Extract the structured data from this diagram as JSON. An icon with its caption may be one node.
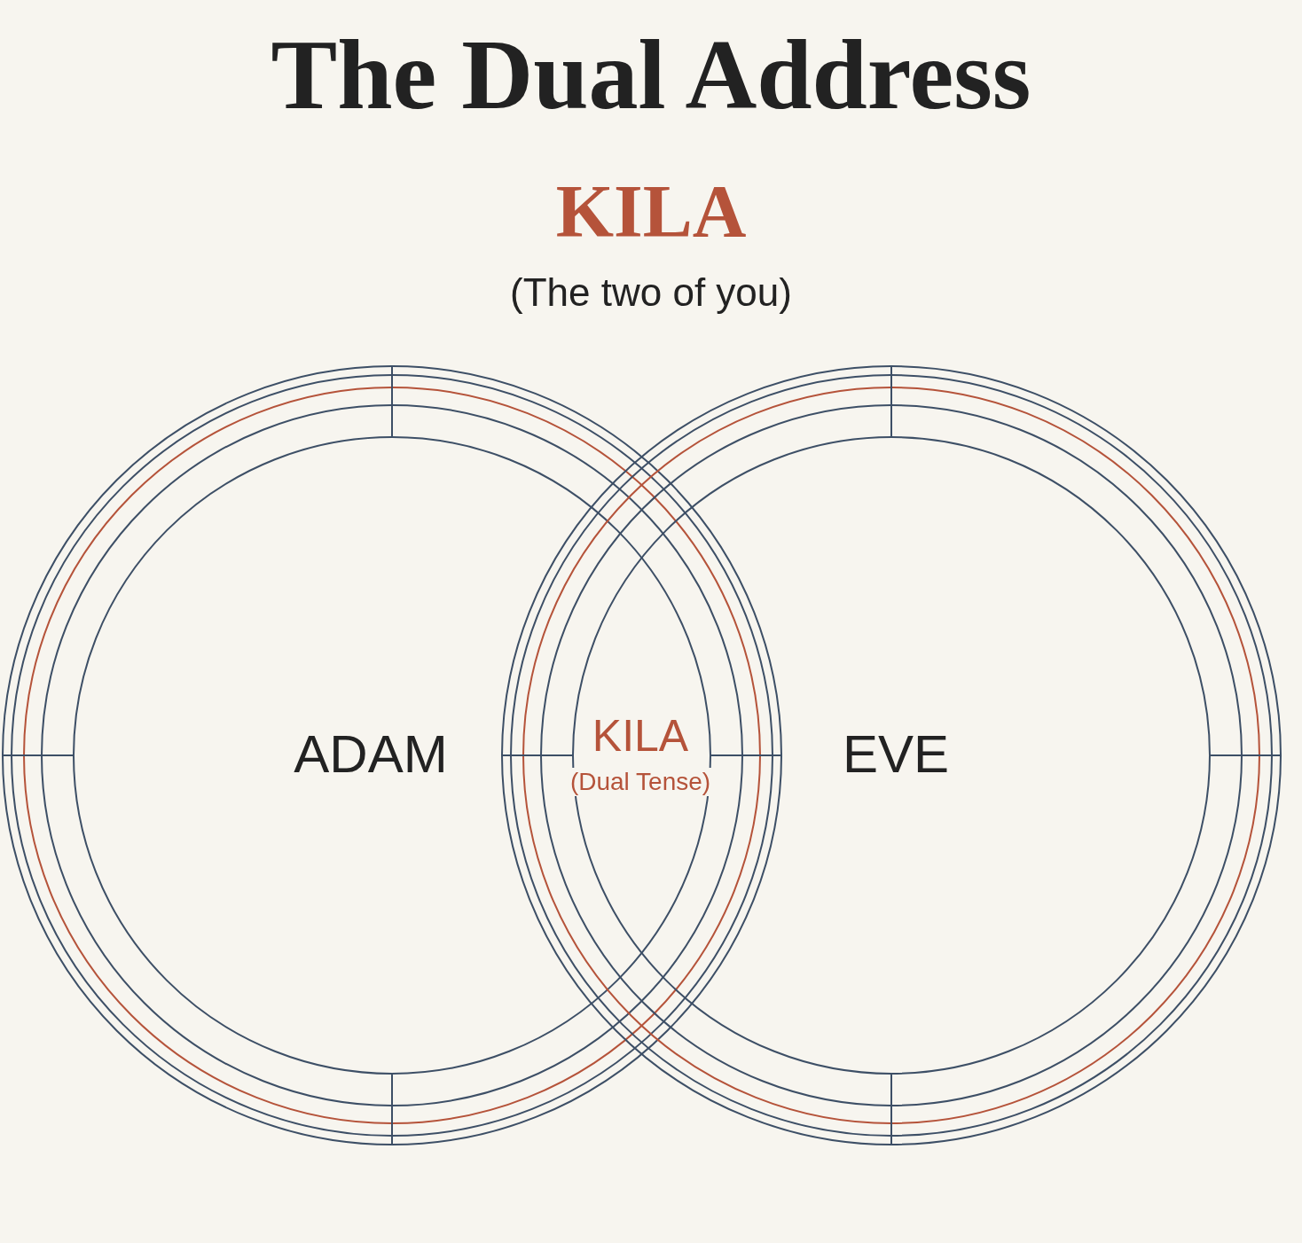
{
  "diagram": {
    "title": "The Dual Address",
    "nodes": [
      {
        "text": [
          "ADAM"
        ]
      },
      {
        "text": [
          "EVE"
        ]
      },
      {
        "text": [
          "KILA",
          "(Dual Tense)"
        ]
      }
    ],
    "edges": [],
    "labels": [
      "KILA",
      "(The two of you)"
    ]
  }
}
